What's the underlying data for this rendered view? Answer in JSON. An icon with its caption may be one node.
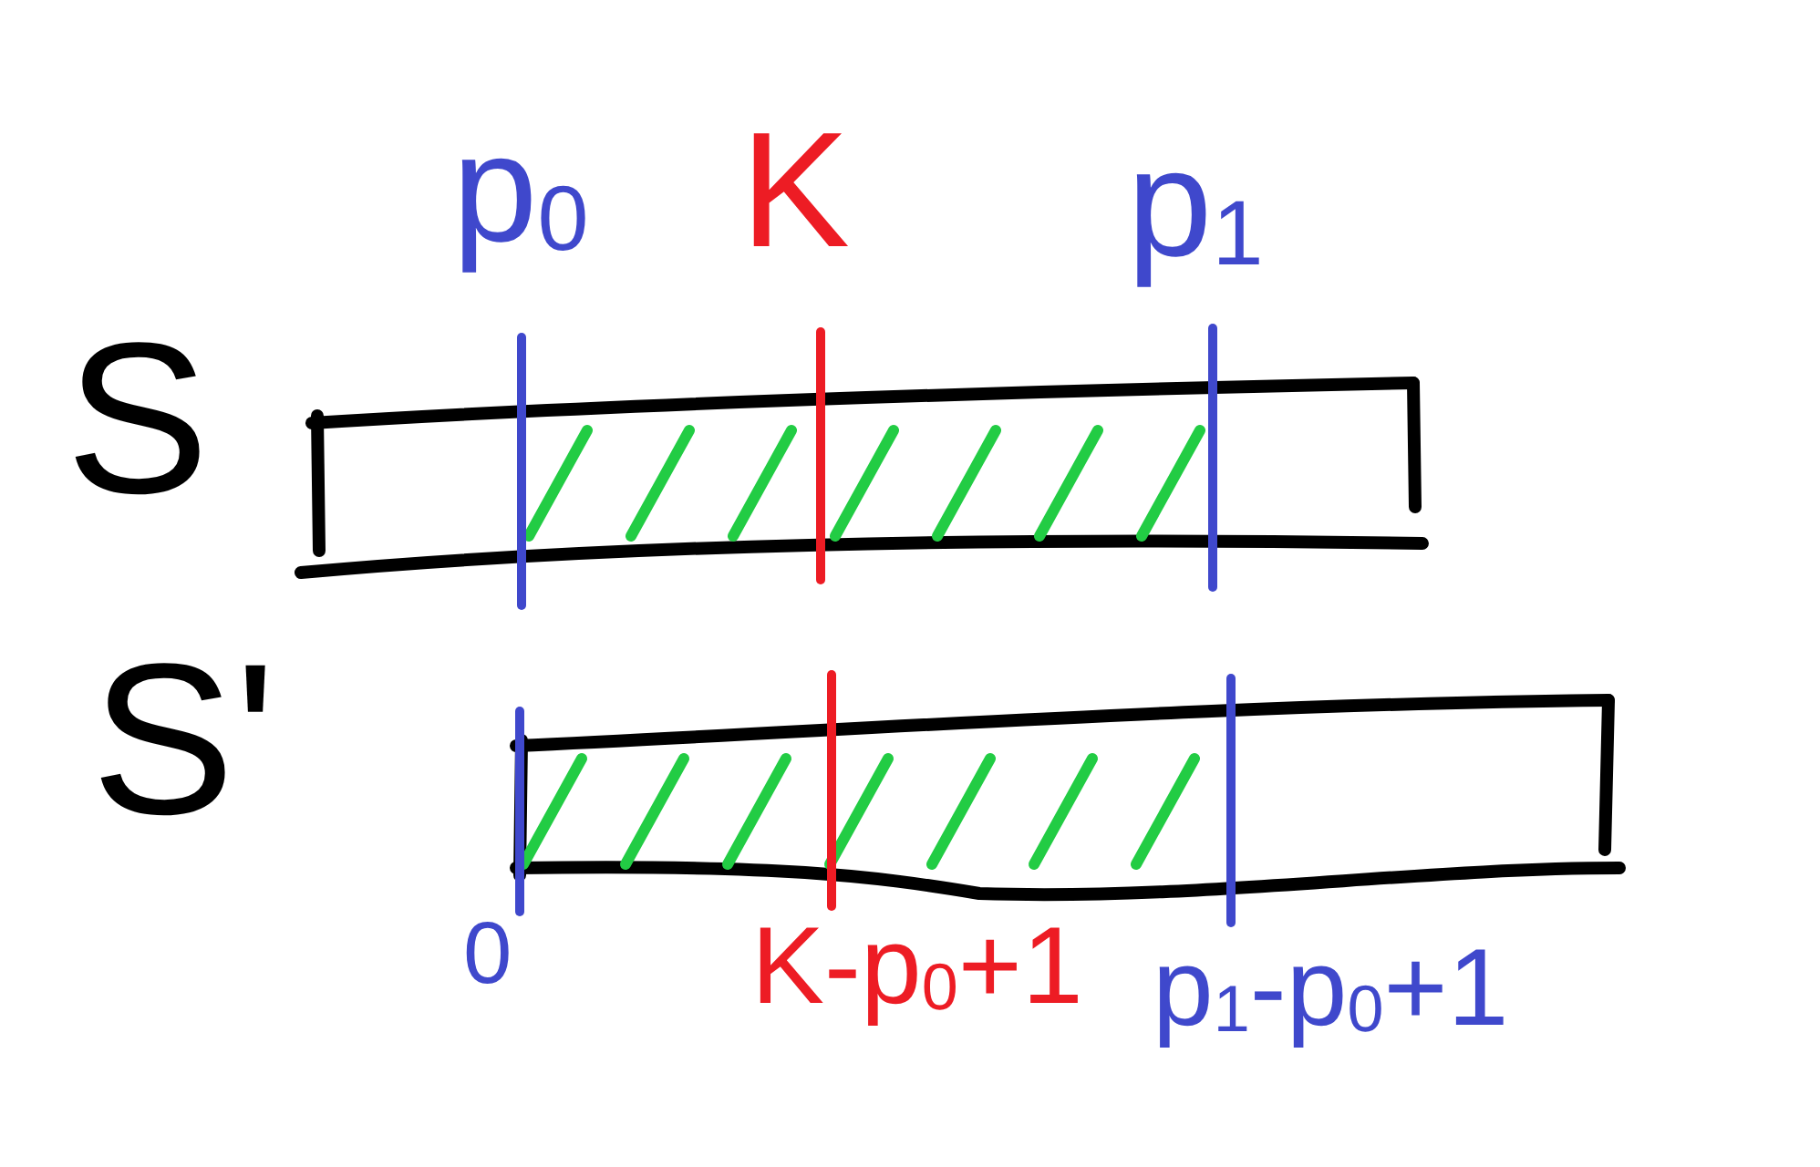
{
  "diagram": {
    "nodes": [
      {
        "text": [],
        "shape": "bar"
      },
      {
        "text": [],
        "shape": "bar"
      }
    ],
    "labels": [
      "p$_{0}$",
      "K",
      "p$_{1}$",
      "S",
      "S'",
      "0",
      "K-p$_{0}$+1",
      "p$_{1}$-p$_{0}$+1"
    ]
  }
}
